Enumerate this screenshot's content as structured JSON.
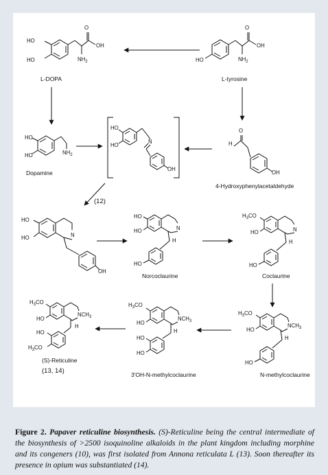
{
  "caption": {
    "figure_label": "Figure 2.",
    "title": "Papaver reticuline biosynthesis.",
    "text": "(S)-Reticuline being the central intermediate of the biosynthesis of >2500 isoquinoline alkaloids in the plant kingdom including morphine and its congeners (10), was first isolated from Annona reticulata L (13). Soon thereafter its presence in opium was substantiated (14)."
  },
  "compounds": {
    "ldopa": "L-DOPA",
    "ltyrosine": "L-tyrosine",
    "dopamine": "Dopamine",
    "hpaa": "4-Hydroxyphenylacetaldehyde",
    "norcoclaurine": "Norcoclaurine",
    "coclaurine": "Coclaurine",
    "nmethylcoclaurine": "N-methylcoclaurine",
    "hydroxy_nmc": "3'OH-N-methylcoclaurine",
    "reticuline": "(S)-Reticuline"
  },
  "refs": {
    "step12": "(12)",
    "reticuline_refs": "(13, 14)"
  },
  "atoms": {
    "ho": "HO",
    "oh": "OH",
    "nh2": "NH",
    "nh2_sub": "2",
    "n": "N",
    "nch3": "NCH",
    "h": "H",
    "o": "O",
    "h3co": "H",
    "sub3": "3",
    "co": "CO"
  }
}
